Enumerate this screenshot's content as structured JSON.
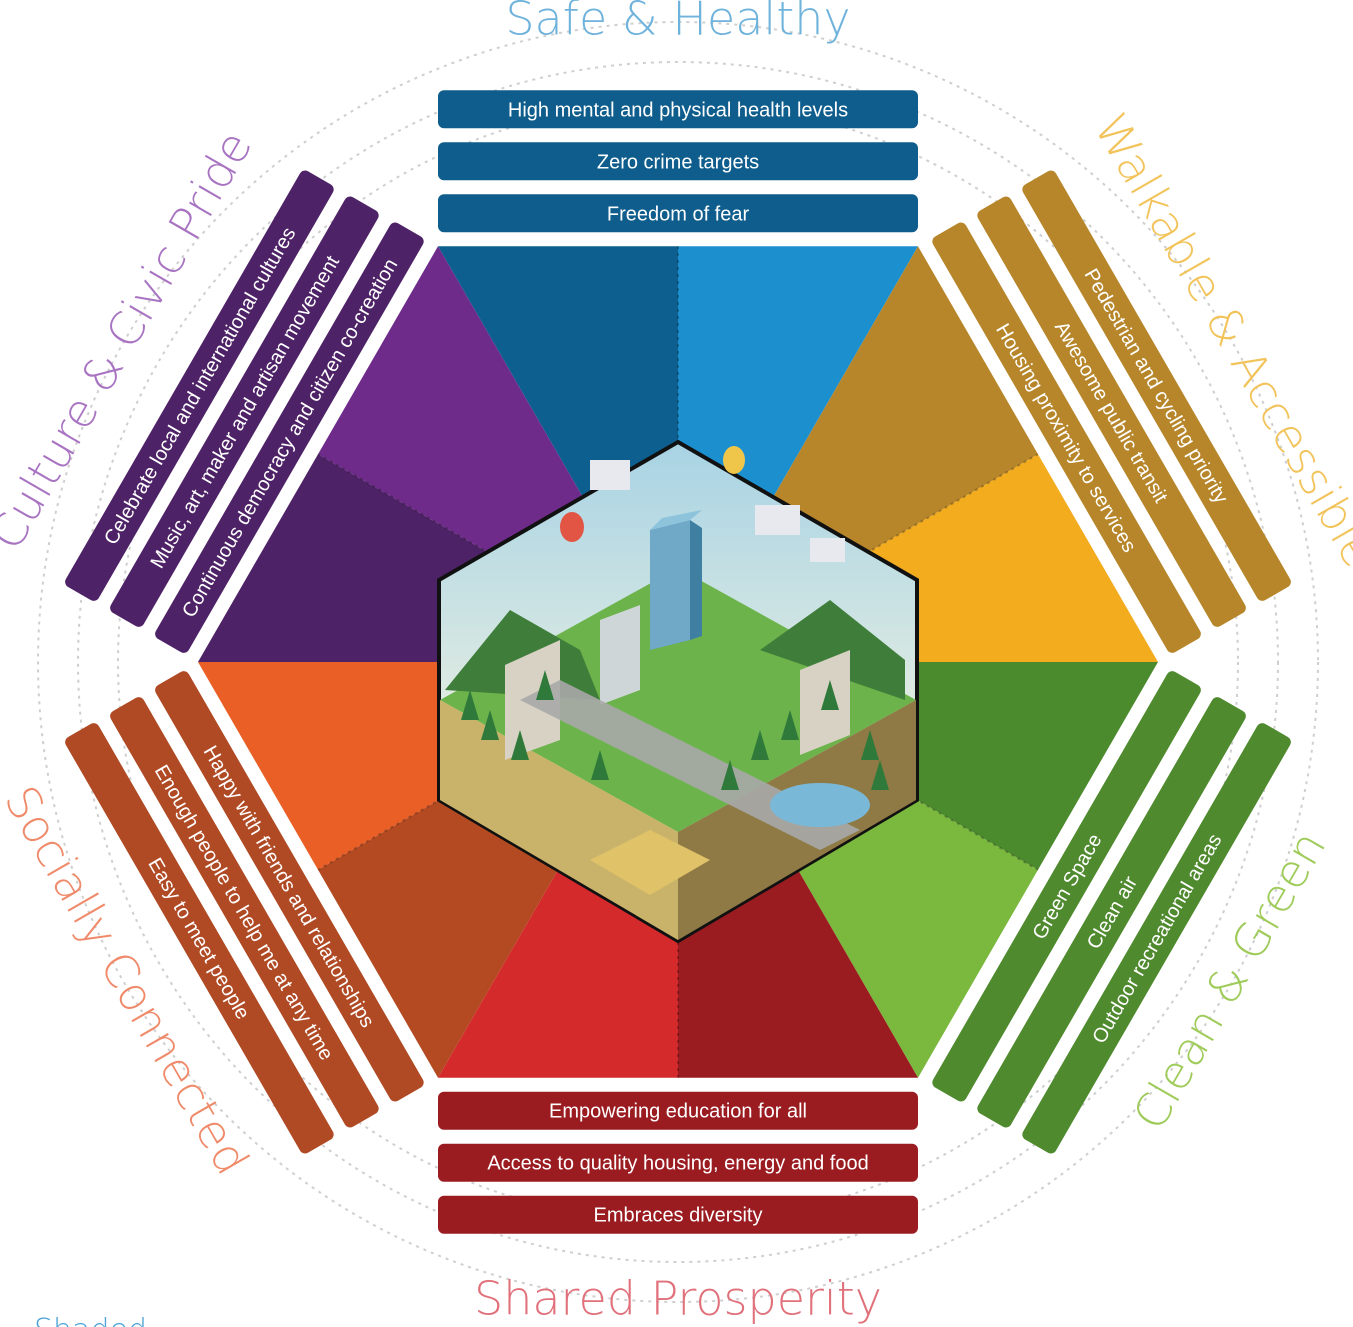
{
  "diagram": {
    "sections": [
      {
        "id": "safe-healthy",
        "title": "Safe & Healthy",
        "title_color": "#6fb3dc",
        "bar_color": "#0f5d8c",
        "triangle_dark": "#0d5f8f",
        "triangle_light": "#1c8fcf",
        "items": [
          "Freedom of fear",
          "Zero crime targets",
          "High mental and physical health levels"
        ]
      },
      {
        "id": "walkable-accessible",
        "title": "Walkable & Accessible",
        "title_color": "#f2c35a",
        "bar_color": "#b7862a",
        "triangle_dark": "#b8862a",
        "triangle_light": "#f2ac1e",
        "items": [
          "Housing proximity to services",
          "Awesome public transit",
          "Pedestrian and cycling priority"
        ]
      },
      {
        "id": "clean-green",
        "title": "Clean & Green",
        "title_color": "#9fcb5a",
        "bar_color": "#4f8a2e",
        "triangle_dark": "#4c8a2e",
        "triangle_light": "#7ab83e",
        "items": [
          "Green Space",
          "Clean air",
          "Outdoor recreational areas"
        ]
      },
      {
        "id": "shared-prosperity",
        "title": "Shared Prosperity",
        "title_color": "#e0707a",
        "bar_color": "#9a1c21",
        "triangle_dark": "#9a1c20",
        "triangle_light": "#d42a2c",
        "items": [
          "Empowering education for all",
          "Access to quality housing, energy and food",
          "Embraces diversity"
        ]
      },
      {
        "id": "socially-connected",
        "title": "Socially Connected",
        "title_color": "#ef8a6a",
        "bar_color": "#b04a24",
        "triangle_dark": "#b44a22",
        "triangle_light": "#ea5f25",
        "items": [
          "Happy with friends and relationships",
          "Enough people to help me at any time",
          "Easy to meet people"
        ]
      },
      {
        "id": "culture-civic-pride",
        "title": "Culture & Civic Pride",
        "title_color": "#a874c2",
        "bar_color": "#4e2266",
        "triangle_dark": "#4e2266",
        "triangle_light": "#6e2b8a",
        "items": [
          "Continuous democracy and citizen co-creation",
          "Music, art, maker and artisan movement",
          "Celebrate local and international cultures"
        ]
      }
    ],
    "center_illustration": "isometric-city-cube",
    "corner_text": "Shaded"
  }
}
